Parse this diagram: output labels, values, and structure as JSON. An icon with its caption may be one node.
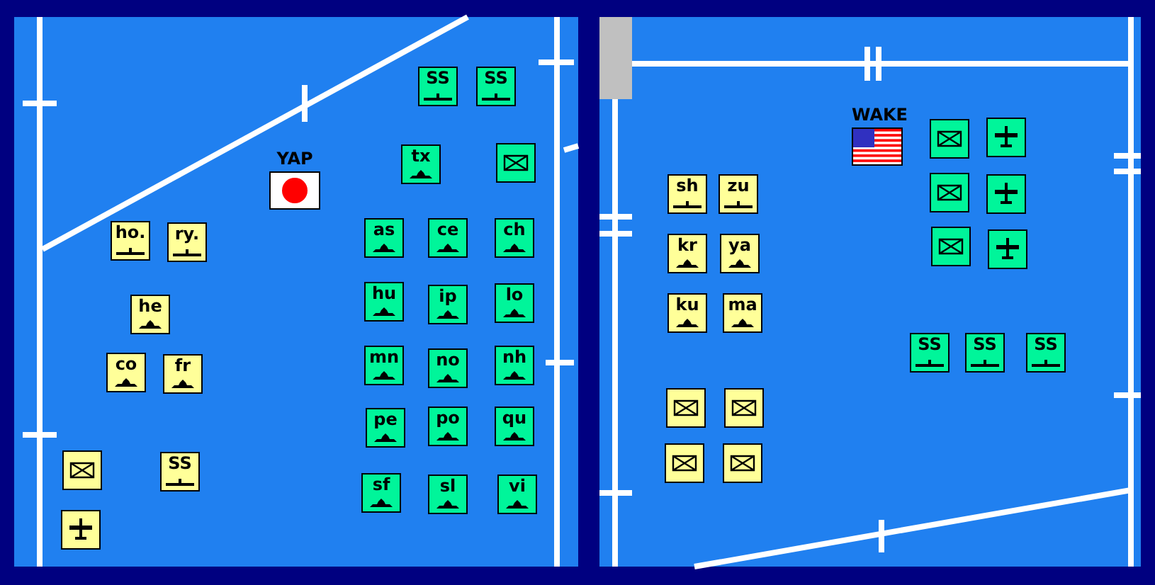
{
  "diagram": {
    "nodes": [
      {
        "text": [
          "SS"
        ]
      },
      {
        "text": [
          "SS"
        ]
      },
      {
        "text": [
          "tx"
        ]
      },
      {
        "text": [],
        "shape": "box"
      },
      {
        "text": [
          "YAP"
        ]
      },
      {
        "text": [
          "ho."
        ]
      },
      {
        "text": [
          "ry."
        ]
      },
      {
        "text": [
          "as"
        ]
      },
      {
        "text": [
          "ce"
        ]
      },
      {
        "text": [
          "ch"
        ]
      },
      {
        "text": [
          "hu"
        ]
      },
      {
        "text": [
          "ip"
        ]
      },
      {
        "text": [
          "lo"
        ]
      },
      {
        "text": [
          "he"
        ]
      },
      {
        "text": [
          "co"
        ]
      },
      {
        "text": [
          "fr"
        ]
      },
      {
        "text": [
          "mn"
        ]
      },
      {
        "text": [
          "no"
        ]
      },
      {
        "text": [
          "nh"
        ]
      },
      {
        "text": [
          "pe"
        ]
      },
      {
        "text": [
          "po"
        ]
      },
      {
        "text": [
          "qu"
        ]
      },
      {
        "text": [],
        "shape": "box"
      },
      {
        "text": [
          "SS"
        ]
      },
      {
        "text": [
          "sf"
        ]
      },
      {
        "text": [
          "sl"
        ]
      },
      {
        "text": [
          "vi"
        ]
      },
      {
        "text": [],
        "shape": "box"
      },
      {
        "text": [
          "WAKE"
        ]
      },
      {
        "text": [],
        "shape": "box"
      },
      {
        "text": [],
        "shape": "box"
      },
      {
        "text": [
          "sh"
        ]
      },
      {
        "text": [
          "zu"
        ]
      },
      {
        "text": [],
        "shape": "box"
      },
      {
        "text": [],
        "shape": "box"
      },
      {
        "text": [
          "kr"
        ]
      },
      {
        "text": [
          "ya"
        ]
      },
      {
        "text": [],
        "shape": "box"
      },
      {
        "text": [],
        "shape": "box"
      },
      {
        "text": [
          "ku"
        ]
      },
      {
        "text": [
          "ma"
        ]
      },
      {
        "text": [
          "SS"
        ]
      },
      {
        "text": [
          "SS"
        ]
      },
      {
        "text": [
          "SS"
        ]
      },
      {
        "text": [],
        "shape": "box"
      },
      {
        "text": [],
        "shape": "box"
      },
      {
        "text": [],
        "shape": "box"
      },
      {
        "text": [],
        "shape": "box"
      }
    ]
  }
}
